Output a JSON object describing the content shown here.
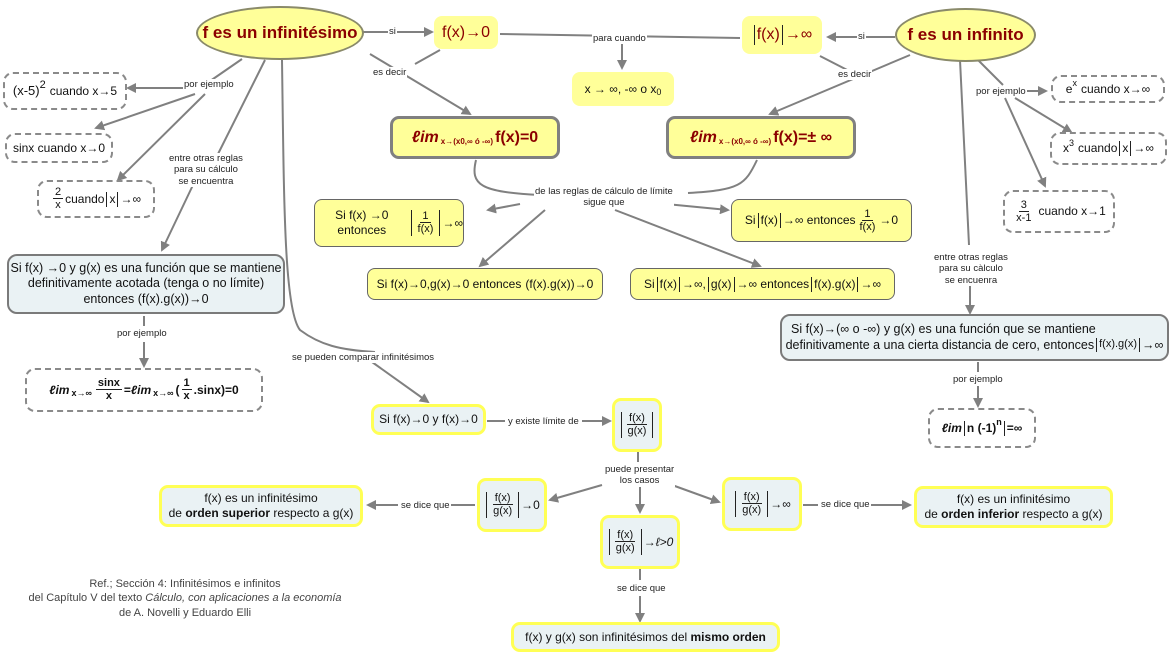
{
  "colors": {
    "node_yellow": "#ffff99",
    "node_blue": "#eaf2f4",
    "title_text": "#8b0000",
    "link_gray": "#808080",
    "highlight_border": "#ffff55"
  },
  "nodes": {
    "infinitesimo": "f es un infinitésimo",
    "infinito": "f es un infinito",
    "fx_to_0": "f(x)→0",
    "abs_fx_to_inf": {
      "inner": "f(x)",
      "tail": "→∞"
    },
    "para_cuando_value": "x → ∞, -∞ o x",
    "para_cuando_sub": "0",
    "lim_zero": {
      "lim": "ℓim",
      "sub": "x→(x0,∞ ó -∞)",
      "rest": "f(x)=0"
    },
    "lim_inf": {
      "lim": "ℓim",
      "sub": "x→(x0,∞ ó -∞)",
      "rest": "f(x)=± ∞"
    },
    "ex1": {
      "base": "(x-5)",
      "exp": "2",
      "rest": "cuando x→5"
    },
    "ex2": "sinx cuando x→0",
    "ex3": {
      "num": "2",
      "den": "x",
      "mid": "cuando",
      "abs": "x",
      "tail": "→∞"
    },
    "ex4": {
      "base": "e",
      "exp": "x",
      "rest": "cuando x→∞"
    },
    "ex5": {
      "base": "x",
      "exp": "3",
      "mid": "cuando",
      "abs": "x",
      "tail": "→∞"
    },
    "ex6": {
      "num": "3",
      "den": "x-1",
      "rest": "cuando x→1"
    },
    "rule1": {
      "pre": "Si f(x) →0 entonces",
      "num": "1",
      "den": "f(x)",
      "tail": "→∞"
    },
    "rule2": {
      "pre": "Si",
      "abs": "f(x)",
      "mid": "→∞ entonces",
      "num": "1",
      "den": "f(x)",
      "tail": "→0"
    },
    "rule3": {
      "pre": "Si f(x)→0,g(x)→0 entonces",
      "paren": "f(x).g(x)",
      "tail": "→0"
    },
    "rule4": {
      "pre": "Si",
      "abs1": "f(x)",
      "mid1": "→∞,",
      "abs2": "g(x)",
      "mid2": "→∞ entonces",
      "abs3": "f(x).g(x)",
      "tail": "→∞"
    },
    "bounded_rule": [
      "Si f(x) →0 y g(x) es una función que se mantiene",
      "definitivamente acotada (tenga o no límite)",
      "entonces (f(x).g(x))→0"
    ],
    "bounded_example": {
      "lim": "ℓim",
      "sub": "x→∞",
      "num": "sinx",
      "den": "x",
      "eq": "=",
      "lim2": "ℓim",
      "sub2": "x→∞",
      "num2": "1",
      "den2": "x",
      "tail2": ".sinx",
      "result": "=0"
    },
    "distance_rule": {
      "line1": "Si f(x)→(∞ o -∞) y g(x) es una función que se mantiene",
      "line2": "definitivamente a una cierta distancia de cero, entonces",
      "abs": "f(x).g(x)",
      "tail": "→∞"
    },
    "distance_example": {
      "lim": "ℓim",
      "abs": "n (-1)",
      "exp": "n",
      "result": "=∞"
    },
    "compare": "Si f(x)→0 y f(x)→0",
    "ratio": {
      "num": "f(x)",
      "den": "g(x)"
    },
    "case_zero": {
      "num": "f(x)",
      "den": "g(x)",
      "tail": "→0"
    },
    "case_inf": {
      "num": "f(x)",
      "den": "g(x)",
      "tail": "→∞"
    },
    "case_l": {
      "num": "f(x)",
      "den": "g(x)",
      "tail": "→ℓ>0"
    },
    "superior": {
      "line1": "f(x) es un infinitésimo",
      "pre": "de",
      "bold": "orden superior",
      "post": "respecto a g(x)"
    },
    "inferior": {
      "line1": "f(x) es un infinitésimo",
      "pre": "de",
      "bold": "orden inferior",
      "post": "respecto a g(x)"
    },
    "mismo": {
      "pre": "f(x) y g(x) son infinitésimos del",
      "bold": "mismo orden"
    }
  },
  "links": {
    "si_left": "si",
    "si_right": "si",
    "para_cuando": "para cuando",
    "es_decir_left": "es decir",
    "es_decir_right": "es decir",
    "por_ejemplo_left": "por ejemplo",
    "por_ejemplo_right": "por ejemplo",
    "reglas_left": [
      "entre otras reglas",
      "para su cálculo",
      "se encuentra"
    ],
    "reglas_right": [
      "entre otras  reglas",
      "para su càlculo",
      "se encuenra"
    ],
    "de_las_reglas": [
      "de las reglas de cálculo de límite",
      "sigue que"
    ],
    "por_ejemplo_bounded": "por ejemplo",
    "por_ejemplo_distance": "por ejemplo",
    "comparar": "se pueden comparar infinitésimos",
    "existe_limite": "y existe límite de",
    "puede_presentar": [
      "puede presentar",
      "los casos"
    ],
    "se_dice_que_left": "se dice que",
    "se_dice_que_right": "se dice que",
    "se_dice_que_down": "se dice que"
  },
  "reference": {
    "line1": "Ref.; Sección 4: Infinitésimos e infinitos",
    "line2_pre": "del Capítulo V del texto",
    "line2_italic": "Cálculo, con aplicaciones a la economía",
    "line3": "de A. Novelli y Eduardo Elli"
  }
}
